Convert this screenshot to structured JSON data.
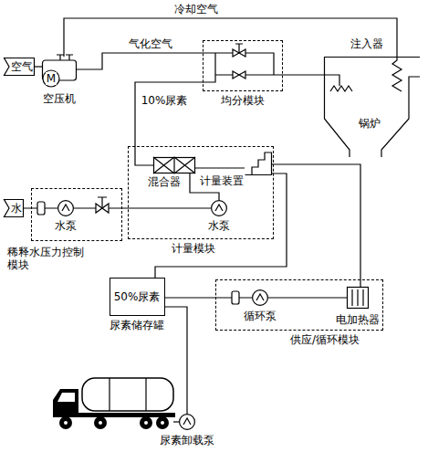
{
  "diagram": {
    "nodes": [
      {
        "text": [
          "空气"
        ]
      },
      {
        "text": [
          "空压机"
        ]
      },
      {
        "text": [
          "均分模块"
        ]
      },
      {
        "text": [
          "锅炉"
        ]
      },
      {
        "text": [
          "计量模块"
        ]
      },
      {
        "text": [
          "混合器"
        ],
        "in": 4
      },
      {
        "text": [
          "计量装置"
        ],
        "in": 4
      },
      {
        "text": [
          "水泵"
        ],
        "in": 4
      },
      {
        "text": [
          "水"
        ]
      },
      {
        "text": [
          "稀释水压力控制 模块"
        ]
      },
      {
        "text": [
          "水泵"
        ],
        "in": 9
      },
      {
        "text": [
          "50%尿素",
          "尿素储存罐"
        ]
      },
      {
        "text": [
          "供应/循环模块"
        ]
      },
      {
        "text": [
          "循环泵"
        ],
        "in": 12
      },
      {
        "text": [
          "电加热器"
        ],
        "in": 12
      },
      {
        "text": [
          "尿素卸载泵"
        ]
      }
    ],
    "edges": [
      {
        "from": 0,
        "to": 1,
        "arrow": "none"
      },
      {
        "from": 1,
        "to": 3,
        "label": "冷却空气",
        "arrow": "none"
      },
      {
        "from": 1,
        "to": 2,
        "label": "气化空气",
        "arrow": "none"
      },
      {
        "from": 2,
        "to": 3,
        "arrow": "none"
      },
      {
        "from": 5,
        "to": 2,
        "label": "10%尿素",
        "arrow": "none"
      },
      {
        "from": 6,
        "to": 5,
        "arrow": "none"
      },
      {
        "from": 7,
        "to": 5,
        "arrow": "none"
      },
      {
        "from": 8,
        "to": 10,
        "arrow": "none"
      },
      {
        "from": 10,
        "to": 7,
        "arrow": "none"
      },
      {
        "from": 14,
        "to": 6,
        "arrow": "none"
      },
      {
        "from": 6,
        "to": 11,
        "arrow": "none"
      },
      {
        "from": 11,
        "to": 13,
        "arrow": "none"
      },
      {
        "from": 13,
        "to": 14,
        "arrow": "none"
      },
      {
        "from": 15,
        "to": 11,
        "arrow": "none"
      }
    ],
    "labels": [
      "注入器",
      "M"
    ]
  }
}
